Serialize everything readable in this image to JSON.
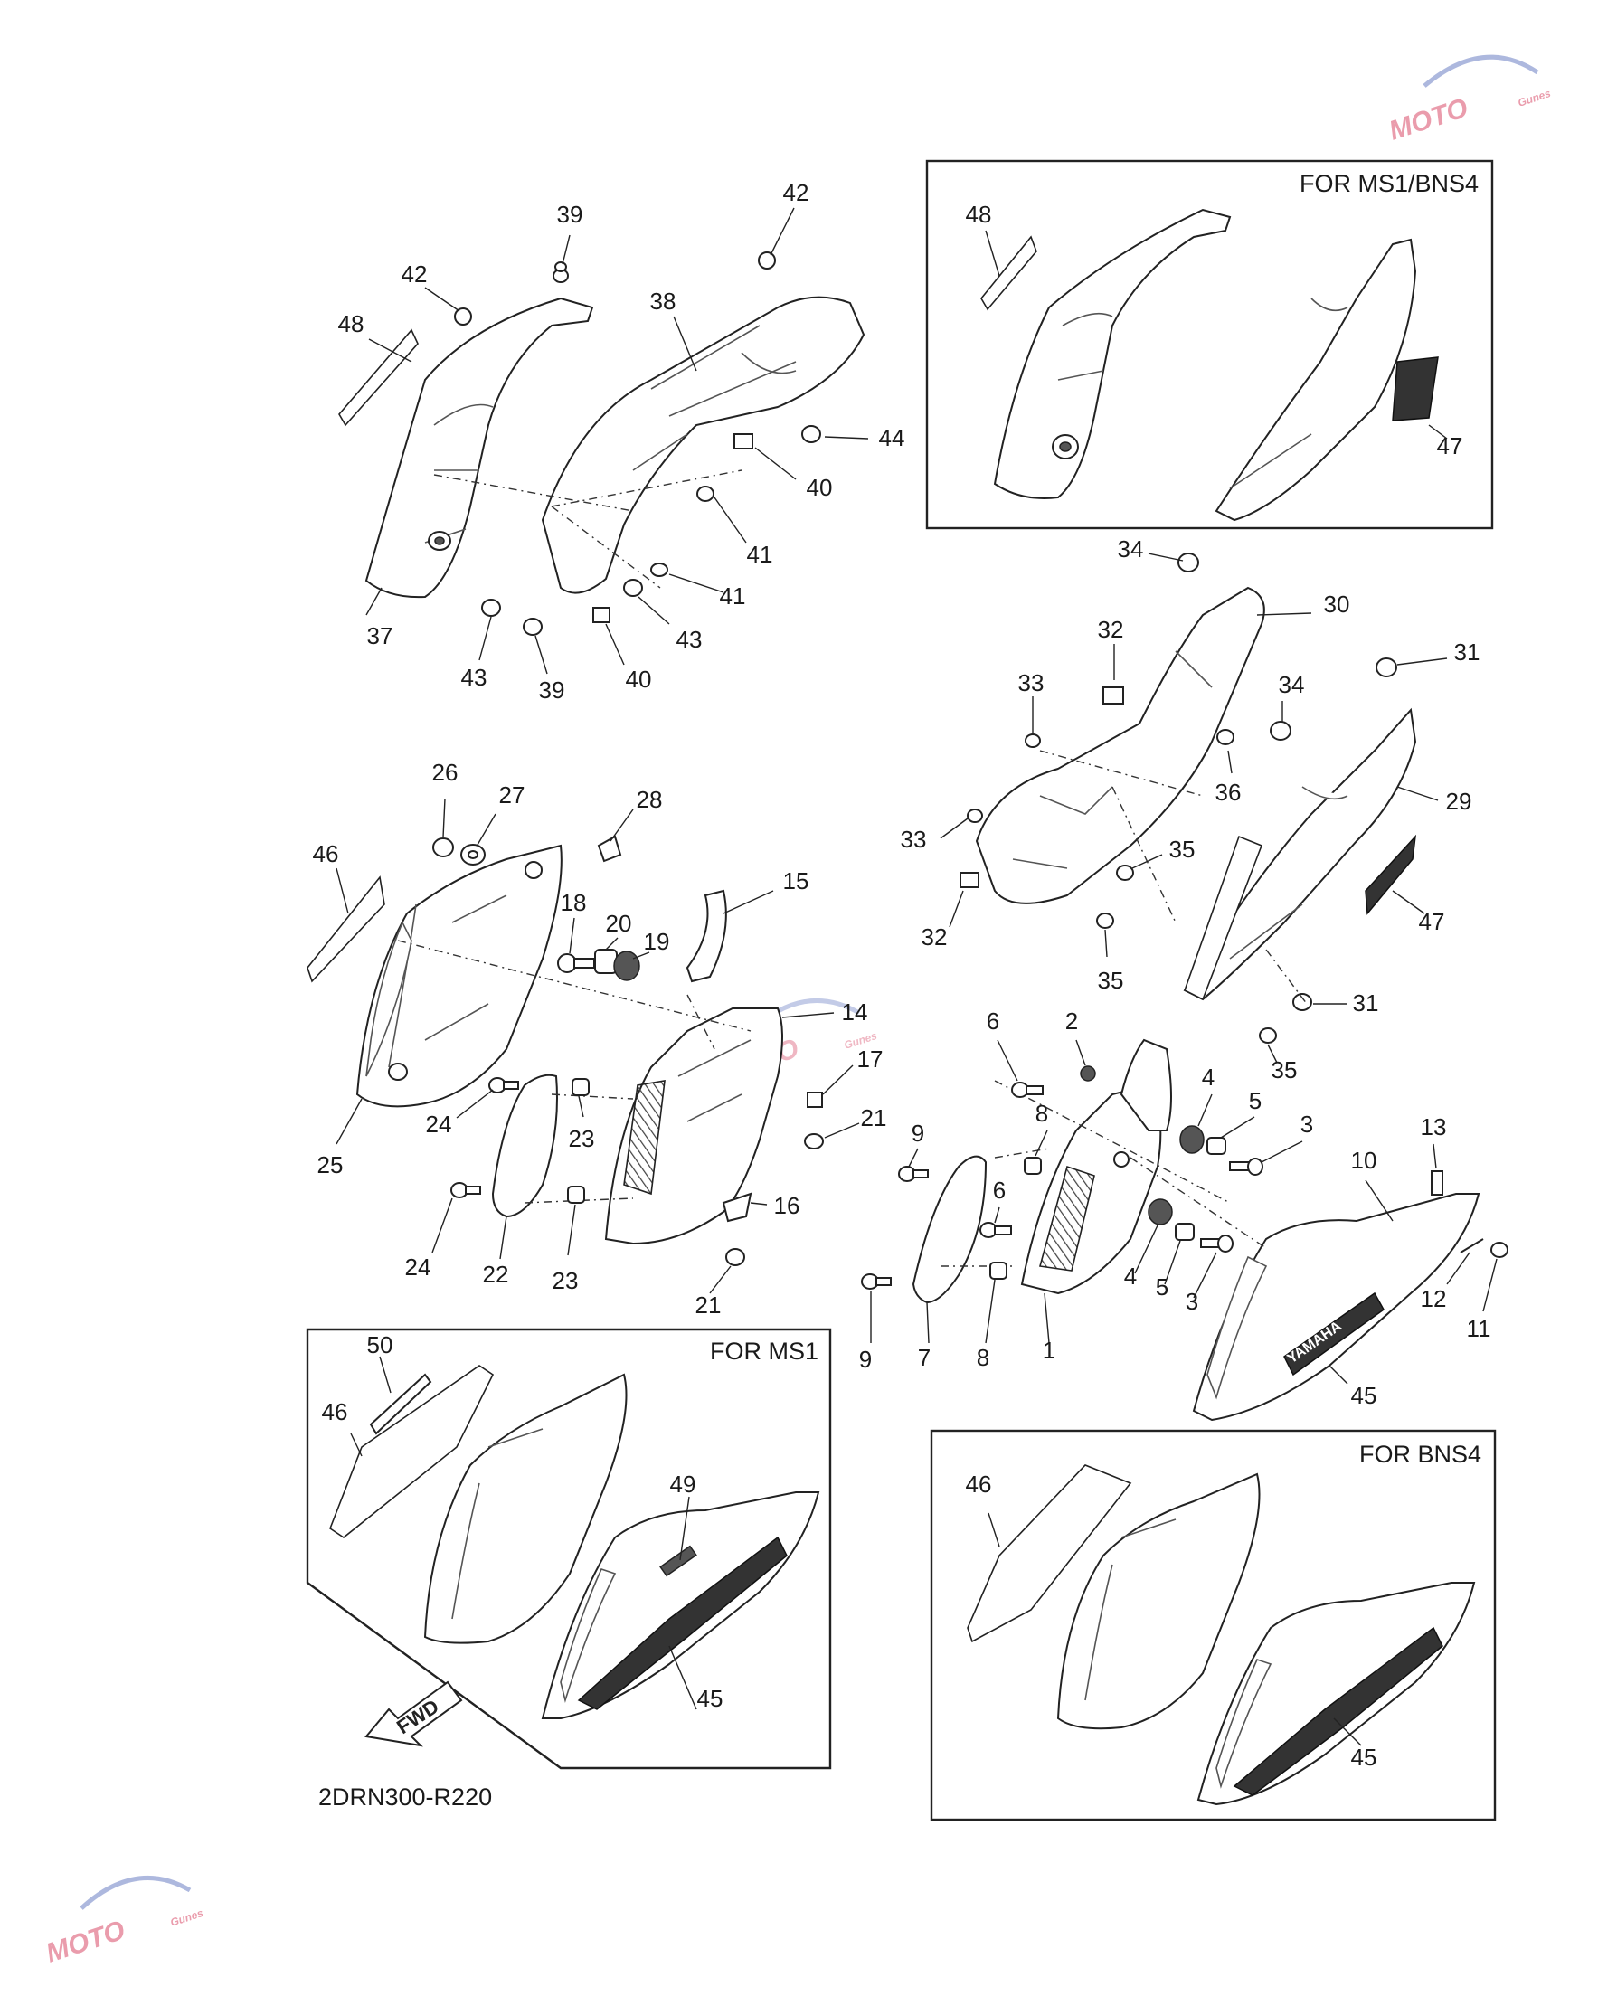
{
  "diagram": {
    "code": "2DRN300-R220",
    "boxes": {
      "ms1_bns4": "FOR MS1/BNS4",
      "ms1": "FOR MS1",
      "bns4": "FOR BNS4"
    },
    "fwd_label": "FWD",
    "panel_graphic_text": "YAMAHA",
    "watermark": {
      "text": "MOTO",
      "sub": "Gunes",
      "color": "#d94d6a"
    },
    "labels": [
      "39",
      "42",
      "42",
      "38",
      "48",
      "44",
      "40",
      "41",
      "41",
      "43",
      "37",
      "43",
      "39",
      "40",
      "48",
      "47",
      "34",
      "30",
      "32",
      "33",
      "31",
      "34",
      "36",
      "29",
      "33",
      "35",
      "32",
      "35",
      "47",
      "35",
      "31",
      "26",
      "27",
      "28",
      "46",
      "15",
      "18",
      "20",
      "19",
      "14",
      "17",
      "21",
      "25",
      "24",
      "23",
      "24",
      "22",
      "23",
      "16",
      "21",
      "6",
      "2",
      "4",
      "5",
      "3",
      "8",
      "9",
      "6",
      "13",
      "10",
      "4",
      "5",
      "3",
      "9",
      "7",
      "8",
      "1",
      "12",
      "11",
      "45",
      "50",
      "46",
      "49",
      "45",
      "46",
      "45"
    ]
  }
}
